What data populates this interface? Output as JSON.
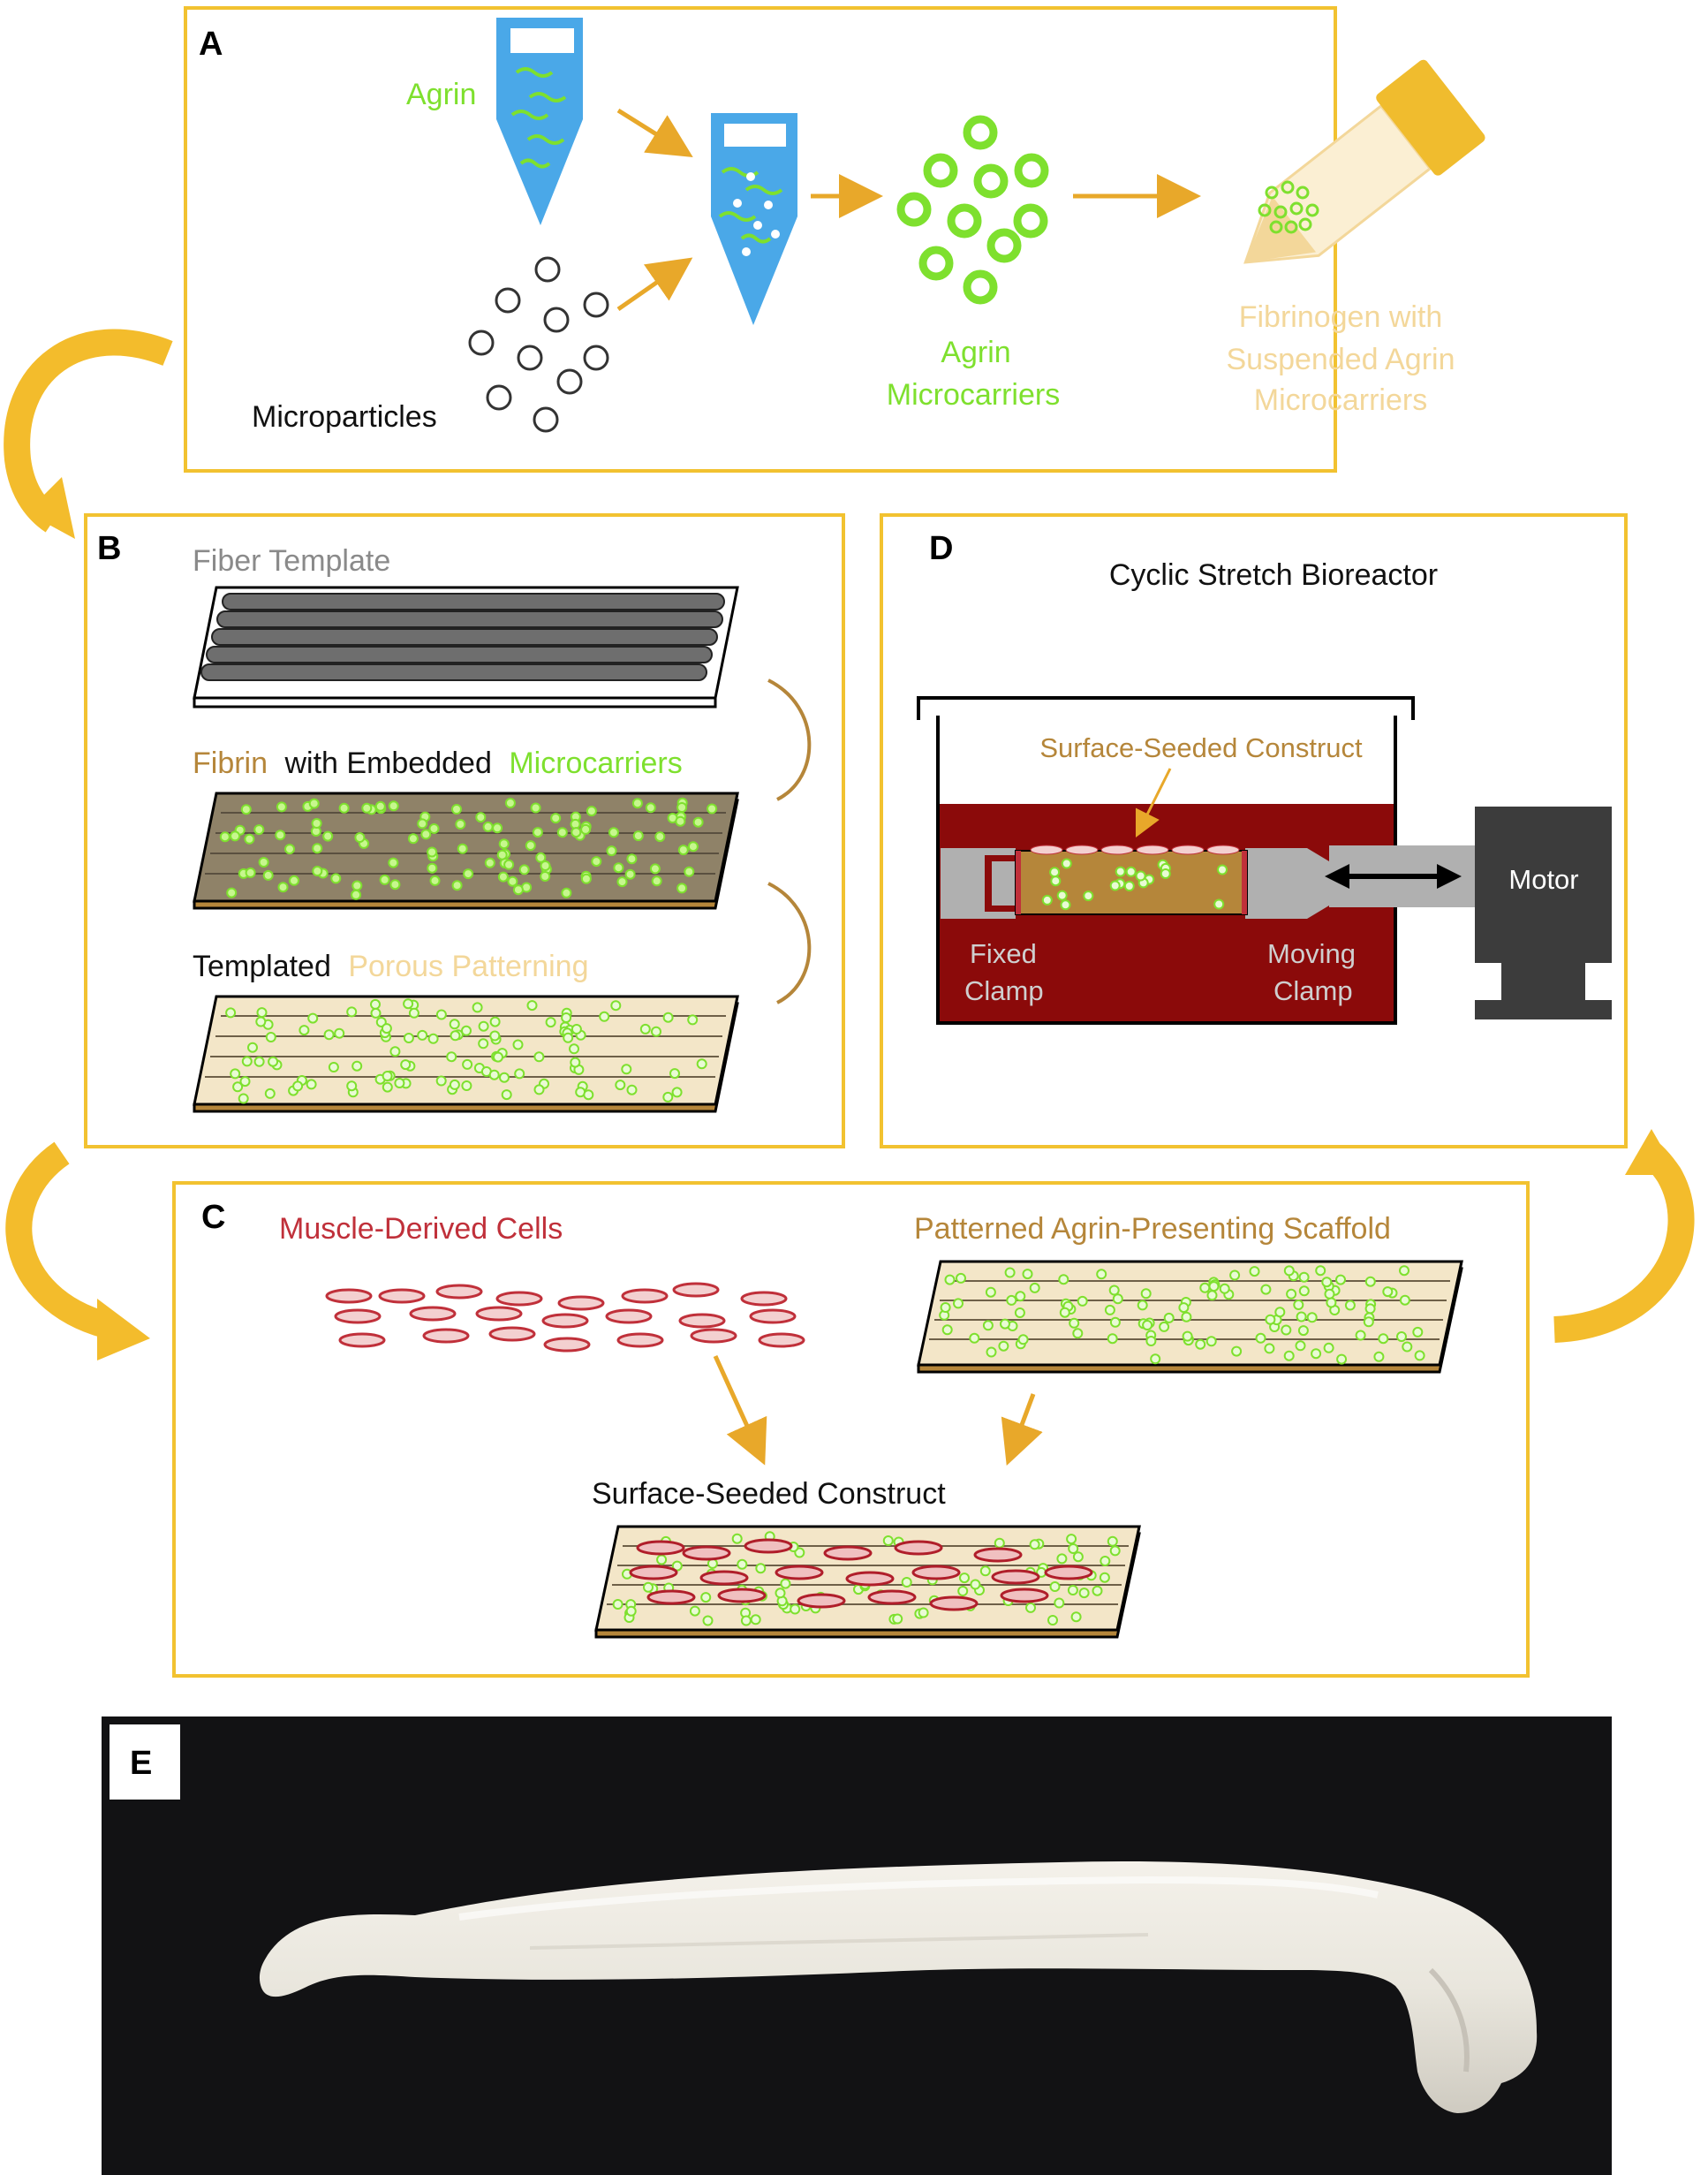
{
  "colors": {
    "panel_border": "#F2C230",
    "arrow_orange": "#E8A82A",
    "curved_arrow": "#F3BC2C",
    "agrin_green": "#7EE02E",
    "tube_blue": "#4AA8E8",
    "fibrinogen": "#F3D79A",
    "fibrin_brown": "#B5863A",
    "porous_tan": "#F3E6C8",
    "rod_gray": "#6E6E6E",
    "cell_red": "#C0303A",
    "media_red": "#8B0A0A",
    "motor_gray": "#3C3C3C",
    "clamp_gray": "#B0B0B0",
    "photo_bg": "#0E0E10"
  },
  "panel_a": {
    "letter": "A",
    "agrin": "Agrin",
    "microparticles": "Microparticles",
    "agrin_microcarriers_1": "Agrin",
    "agrin_microcarriers_2": "Microcarriers",
    "fibrinogen_1": "Fibrinogen with",
    "fibrinogen_2": "Suspended Agrin",
    "fibrinogen_3": "Microcarriers"
  },
  "panel_b": {
    "letter": "B",
    "fiber_template": "Fiber Template",
    "fibrin": "Fibrin",
    "with_embedded": "with Embedded",
    "microcarriers": "Microcarriers",
    "templated": "Templated",
    "porous_patterning": "Porous Patterning"
  },
  "panel_c": {
    "letter": "C",
    "muscle_cells": "Muscle-Derived Cells",
    "patterned_scaffold": "Patterned Agrin-Presenting Scaffold",
    "surface_seeded": "Surface-Seeded Construct"
  },
  "panel_d": {
    "letter": "D",
    "title": "Cyclic Stretch Bioreactor",
    "surface_seeded": "Surface-Seeded Construct",
    "motor": "Motor",
    "fixed": "Fixed",
    "fixed_clamp": "Clamp",
    "moving": "Moving",
    "moving_clamp": "Clamp"
  },
  "panel_e": {
    "letter": "E"
  }
}
